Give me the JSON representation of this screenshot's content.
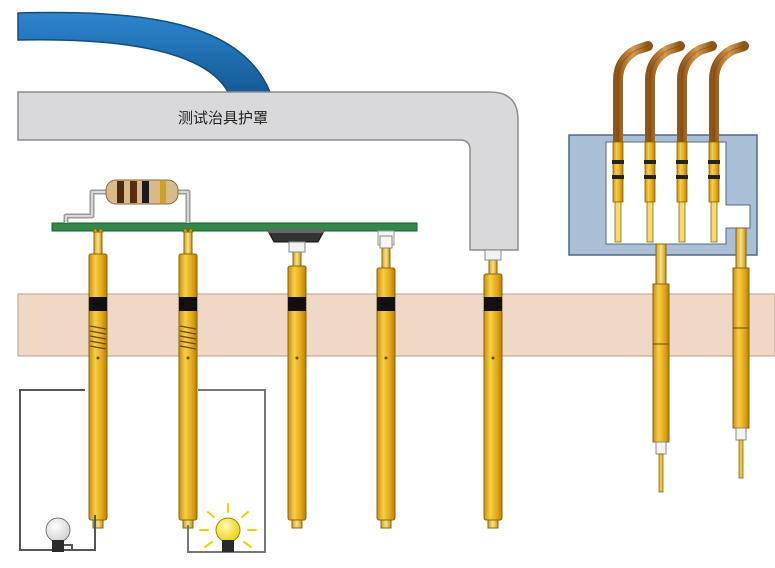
{
  "diagram": {
    "fixture_cover_label": "测试治具护罩"
  },
  "colors": {
    "cable_blue": "#1f6fb4",
    "cover_gray": "#d9d9db",
    "board_tan": "#efd9c6",
    "pcb_green": "#2f8a4a",
    "pin_gold": "#e6b21f",
    "connector_blue": "#a9bfd6",
    "wire_copper": "#b8782b",
    "bulb_lit": "#f3e21c",
    "bulb_off": "#f2f2f2"
  },
  "bulbs": [
    {
      "state": "off"
    },
    {
      "state": "lit"
    }
  ]
}
